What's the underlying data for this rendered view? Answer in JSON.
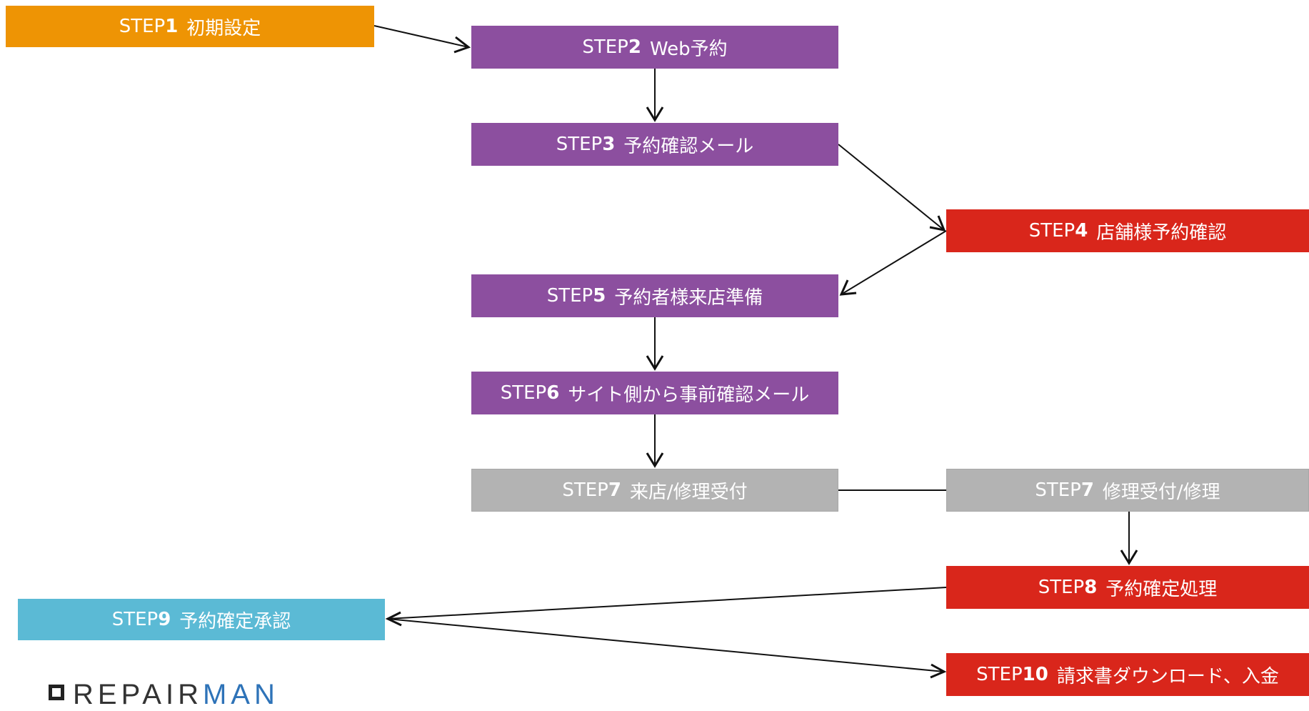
{
  "steps": {
    "s1": {
      "prefix": "STEP",
      "num": "1",
      "text": "初期設定"
    },
    "s2": {
      "prefix": "STEP",
      "num": "2",
      "text": "Web予約"
    },
    "s3": {
      "prefix": "STEP",
      "num": "3",
      "text": "予約確認メール"
    },
    "s4": {
      "prefix": "STEP",
      "num": "4",
      "text": "店舗様予約確認"
    },
    "s5": {
      "prefix": "STEP",
      "num": "5",
      "text": "予約者様来店準備"
    },
    "s6": {
      "prefix": "STEP",
      "num": "6",
      "text": "サイト側から事前確認メール"
    },
    "s7a": {
      "prefix": "STEP",
      "num": "7",
      "text": "来店/修理受付"
    },
    "s7b": {
      "prefix": "STEP",
      "num": "7",
      "text": "修理受付/修理"
    },
    "s8": {
      "prefix": "STEP",
      "num": "8",
      "text": "予約確定処理"
    },
    "s9": {
      "prefix": "STEP",
      "num": "9",
      "text": "予約確定承認"
    },
    "s10": {
      "prefix": "STEP",
      "num": "10",
      "text": "請求書ダウンロード、入金"
    }
  },
  "logo": {
    "part1": "REPAIR",
    "part2": "MAN"
  },
  "colors": {
    "orange": "#ee9404",
    "purple": "#8c4f9f",
    "red": "#d9261b",
    "gray": "#b3b3b3",
    "cyan": "#5bbad5",
    "logo_blue": "#2e73b8"
  }
}
